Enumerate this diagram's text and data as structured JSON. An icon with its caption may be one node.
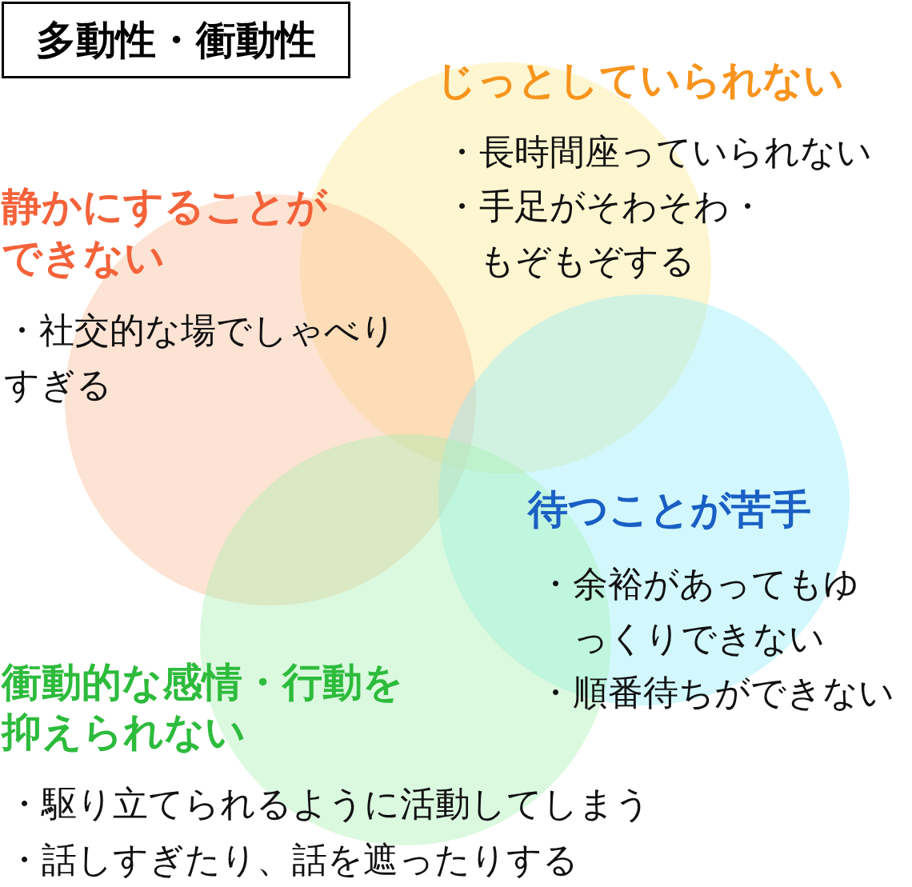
{
  "diagram": {
    "title": "多動性・衝動性",
    "nodes": [
      {
        "text": [
          "じっとしていられない",
          "・長時間座っていられない",
          "・手足がそわそわ・もぞもぞする"
        ]
      },
      {
        "text": [
          "静かにすることができない",
          "・社交的な場でしゃべりすぎる"
        ]
      },
      {
        "text": [
          "待つことが苦手",
          "・余裕があってもゆっくりできない",
          "・順番待ちができない"
        ]
      },
      {
        "text": [
          "衝動的な感情・行動を抑えられない",
          "・駆り立てられるように活動してしまう",
          "・話しすぎたり、話を遮ったりする"
        ]
      }
    ]
  }
}
